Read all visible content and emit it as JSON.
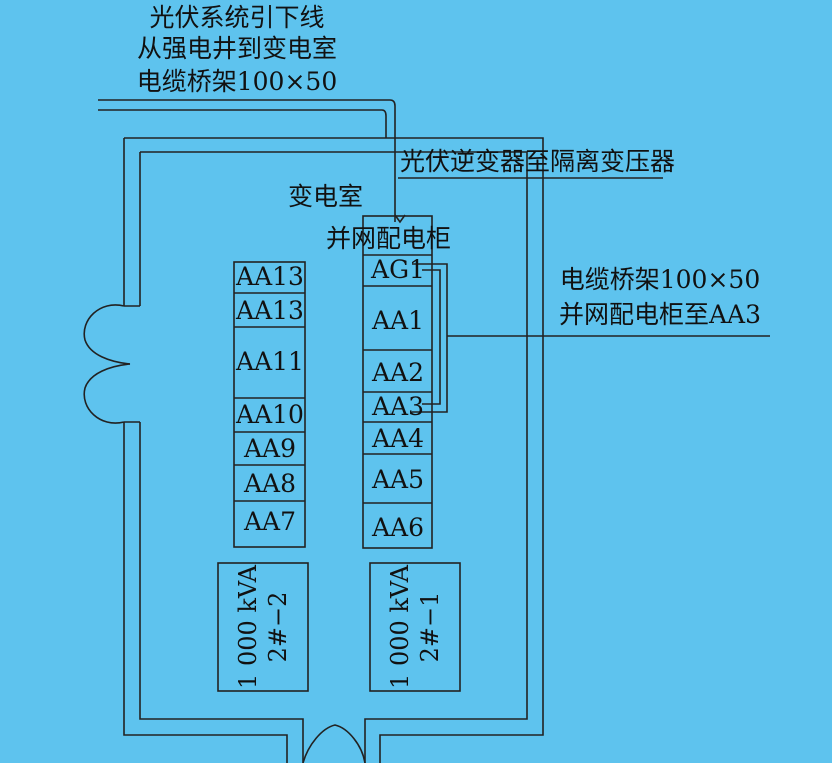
{
  "labels": {
    "pv_down_line": [
      "光伏系统引下线",
      "从强电井到变电室",
      "电缆桥架100×50"
    ],
    "inverter_to_transformer": "光伏逆变器至隔离变压器",
    "substation": "变电室",
    "grid_cabinet": "并网配电柜",
    "tray_to_aa3": [
      "电缆桥架100×50",
      "并网配电柜至AA3"
    ]
  },
  "left_cabinets": [
    "AA13",
    "AA13",
    "AA11",
    "AA10",
    "AA9",
    "AA8",
    "AA7"
  ],
  "right_cabinets": [
    "AG1",
    "AA1",
    "AA2",
    "AA3",
    "AA4",
    "AA5",
    "AA6"
  ],
  "transformers": [
    {
      "capacity": "1 000 kVA",
      "id": "2#−2"
    },
    {
      "capacity": "1 000 kVA",
      "id": "2#−1"
    }
  ],
  "colors": {
    "background": "#5ec3ee",
    "line": "#222222"
  }
}
